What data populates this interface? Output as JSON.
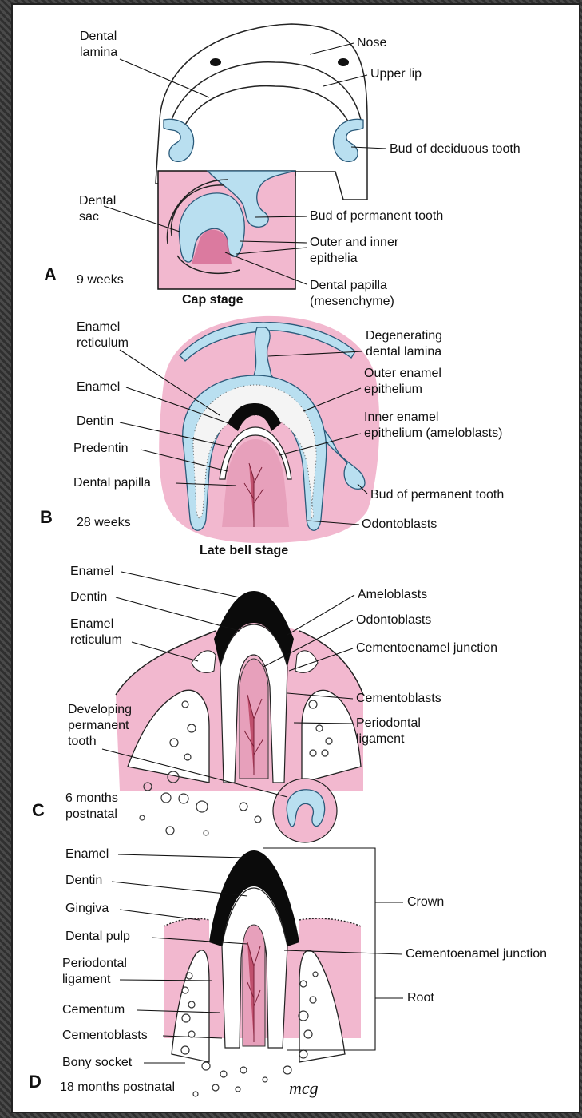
{
  "panels": {
    "A": {
      "letter": "A",
      "age": "9 weeks",
      "stage": "Cap stage",
      "labels": {
        "dental_lamina": [
          "Dental",
          "lamina"
        ],
        "nose": "Nose",
        "upper_lip": "Upper lip",
        "bud_deciduous": "Bud of deciduous tooth",
        "dental_sac": [
          "Dental",
          "sac"
        ],
        "bud_permanent": "Bud of permanent tooth",
        "outer_inner": [
          "Outer and inner",
          "epithelia"
        ],
        "dental_papilla": [
          "Dental papilla",
          "(mesenchyme)"
        ]
      }
    },
    "B": {
      "letter": "B",
      "age": "28 weeks",
      "stage": "Late bell stage",
      "labels": {
        "enamel_reticulum": [
          "Enamel",
          "reticulum"
        ],
        "enamel": "Enamel",
        "dentin": "Dentin",
        "predentin": "Predentin",
        "dental_papilla": "Dental papilla",
        "degenerating": [
          "Degenerating",
          "dental lamina"
        ],
        "outer_enamel": [
          "Outer enamel",
          "epithelium"
        ],
        "inner_enamel": [
          "Inner enamel",
          "epithelium (ameloblasts)"
        ],
        "bud_permanent": "Bud of permanent tooth",
        "odontoblasts": "Odontoblasts"
      }
    },
    "C": {
      "letter": "C",
      "age": [
        "6 months",
        "postnatal"
      ],
      "labels": {
        "enamel": "Enamel",
        "dentin": "Dentin",
        "enamel_reticulum": [
          "Enamel",
          "reticulum"
        ],
        "developing": [
          "Developing",
          "permanent",
          "tooth"
        ],
        "ameloblasts": "Ameloblasts",
        "odontoblasts": "Odontoblasts",
        "cej": "Cementoenamel junction",
        "cementoblasts": "Cementoblasts",
        "periodontal": [
          "Periodontal",
          "ligament"
        ]
      }
    },
    "D": {
      "letter": "D",
      "age": "18 months postnatal",
      "signature": "mcg",
      "labels": {
        "enamel": "Enamel",
        "dentin": "Dentin",
        "gingiva": "Gingiva",
        "dental_pulp": "Dental pulp",
        "periodontal": [
          "Periodontal",
          "ligament"
        ],
        "cementum": "Cementum",
        "cementoblasts": "Cementoblasts",
        "bony_socket": "Bony socket",
        "crown": "Crown",
        "cej": "Cementoenamel junction",
        "root": "Root"
      }
    }
  },
  "colors": {
    "tissue_pink": "#f2b8cf",
    "epithelium_blue": "#b9dff0",
    "enamel_black": "#0b0b0b",
    "pulp_red": "#c0506e"
  }
}
